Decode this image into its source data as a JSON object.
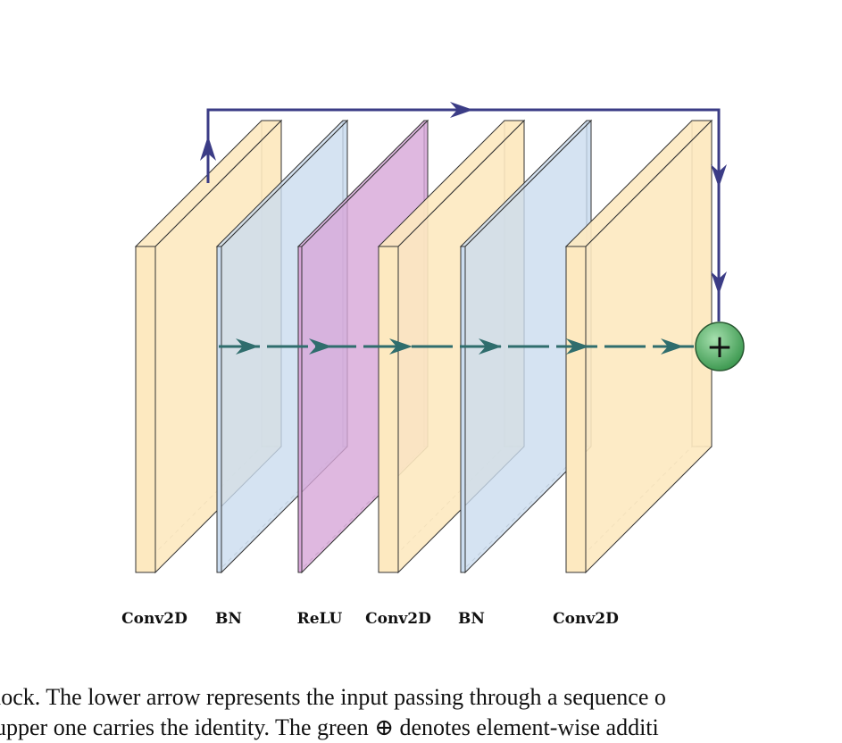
{
  "diagram": {
    "layers": [
      {
        "label": "Conv2D",
        "type": "conv"
      },
      {
        "label": "BN",
        "type": "bn"
      },
      {
        "label": "ReLU",
        "type": "relu"
      },
      {
        "label": "Conv2D",
        "type": "conv"
      },
      {
        "label": "BN",
        "type": "bn"
      },
      {
        "label": "Conv2D",
        "type": "conv"
      }
    ],
    "sum_symbol": "+",
    "colors": {
      "conv": "#fde9c0",
      "bn": "#cbdcef",
      "relu": "#d7a6d8",
      "skip_arrow": "#3b3c86",
      "main_arrow": "#2f6d6d",
      "sum_node": "#5fb66f"
    }
  },
  "caption": {
    "line1": "lock. The lower arrow represents the input passing through a sequence o",
    "line2": "upper one carries the identity. The green ⊕ denotes element-wise additi"
  }
}
